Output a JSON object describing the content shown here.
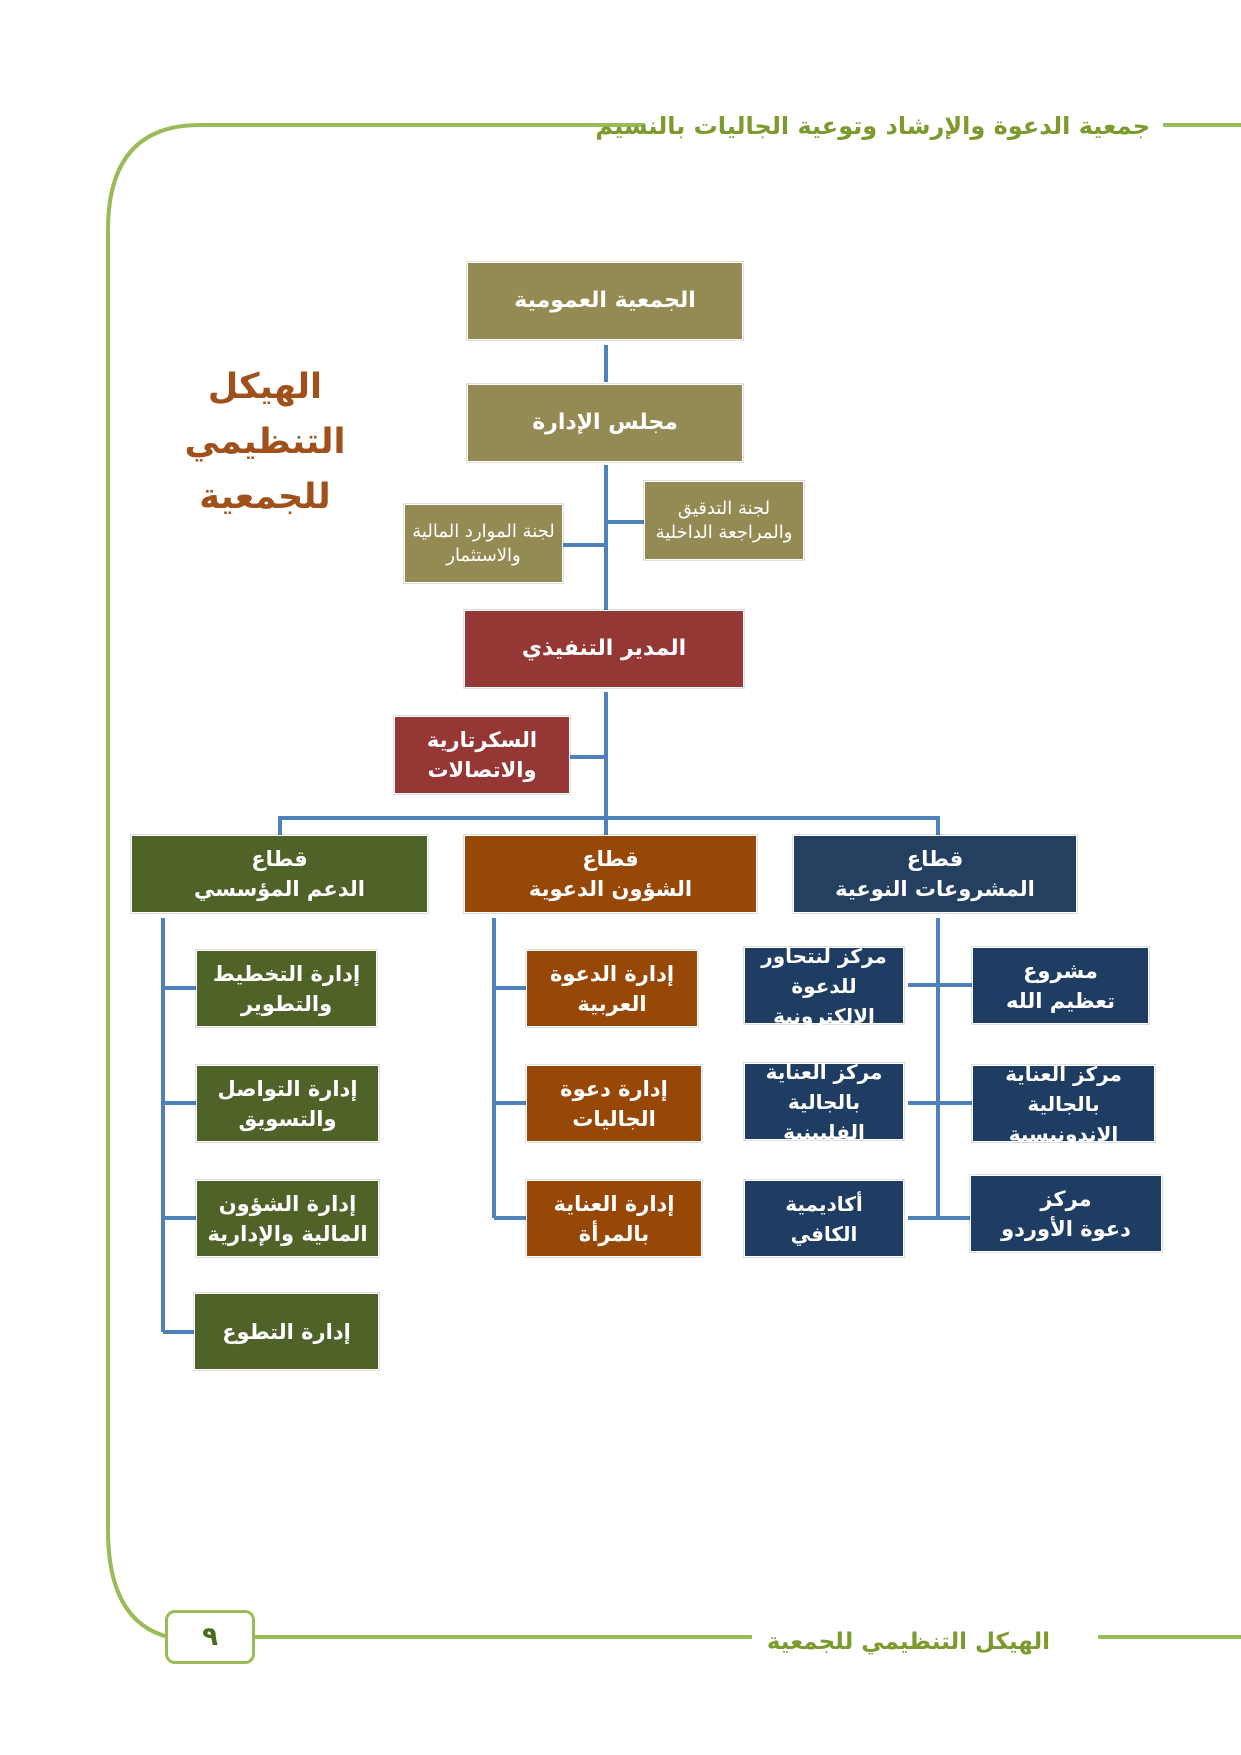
{
  "header": {
    "title": "جمعية الدعوة والإرشاد وتوعية الجاليات بالنسيم"
  },
  "side_title": {
    "line1": "الهيكل",
    "line2": "التنظيمي",
    "line3": "للجمعية"
  },
  "footer": {
    "title": "الهيكل التنظيمي للجمعية",
    "page_number": "٩"
  },
  "colors": {
    "frame": "#9bbb59",
    "connector": "#4f81bd",
    "governance": "#948b54",
    "executive": "#953735",
    "institutional": "#4f6228",
    "dawah": "#974806",
    "projects": "#1f3c62"
  },
  "org": {
    "general_assembly": "الجمعية العمومية",
    "board": "مجلس الإدارة",
    "audit_committee": {
      "l1": "لجنة التدقيق",
      "l2": "والمراجعة الداخلية"
    },
    "finance_committee": {
      "l1": "لجنة الموارد المالية",
      "l2": "والاستثمار"
    },
    "executive_director": "المدير التنفيذي",
    "secretariat": {
      "l1": "السكرتارية",
      "l2": "والاتصالات"
    },
    "sectors": {
      "institutional": {
        "l1": "قطاع",
        "l2": "الدعم المؤسسي",
        "units": [
          {
            "l1": "إدارة التخطيط",
            "l2": "والتطوير"
          },
          {
            "l1": "إدارة التواصل",
            "l2": "والتسويق"
          },
          {
            "l1": "إدارة الشؤون",
            "l2": "المالية والإدارية"
          },
          {
            "l1": "إدارة التطوع",
            "l2": ""
          }
        ]
      },
      "dawah": {
        "l1": "قطاع",
        "l2": "الشؤون الدعوية",
        "units": [
          {
            "l1": "إدارة الدعوة",
            "l2": "العربية"
          },
          {
            "l1": "إدارة دعوة",
            "l2": "الجاليات"
          },
          {
            "l1": "إدارة العناية",
            "l2": "بالمرأة"
          }
        ]
      },
      "projects": {
        "l1": "قطاع",
        "l2": "المشروعات النوعية",
        "units_left": [
          {
            "l1": "مركز لنتحاور",
            "l2": "للدعوة الإلكترونية"
          },
          {
            "l1": "مركز العناية",
            "l2": "بالجالية الفلبينية"
          },
          {
            "l1": "أكاديمية الكافي",
            "l2": ""
          }
        ],
        "units_right": [
          {
            "l1": "مشروع",
            "l2": "تعظيم الله"
          },
          {
            "l1": "مركز العناية بالجالية",
            "l2": "الإندونيسية"
          },
          {
            "l1": "مركز",
            "l2": "دعوة الأوردو"
          }
        ]
      }
    }
  }
}
